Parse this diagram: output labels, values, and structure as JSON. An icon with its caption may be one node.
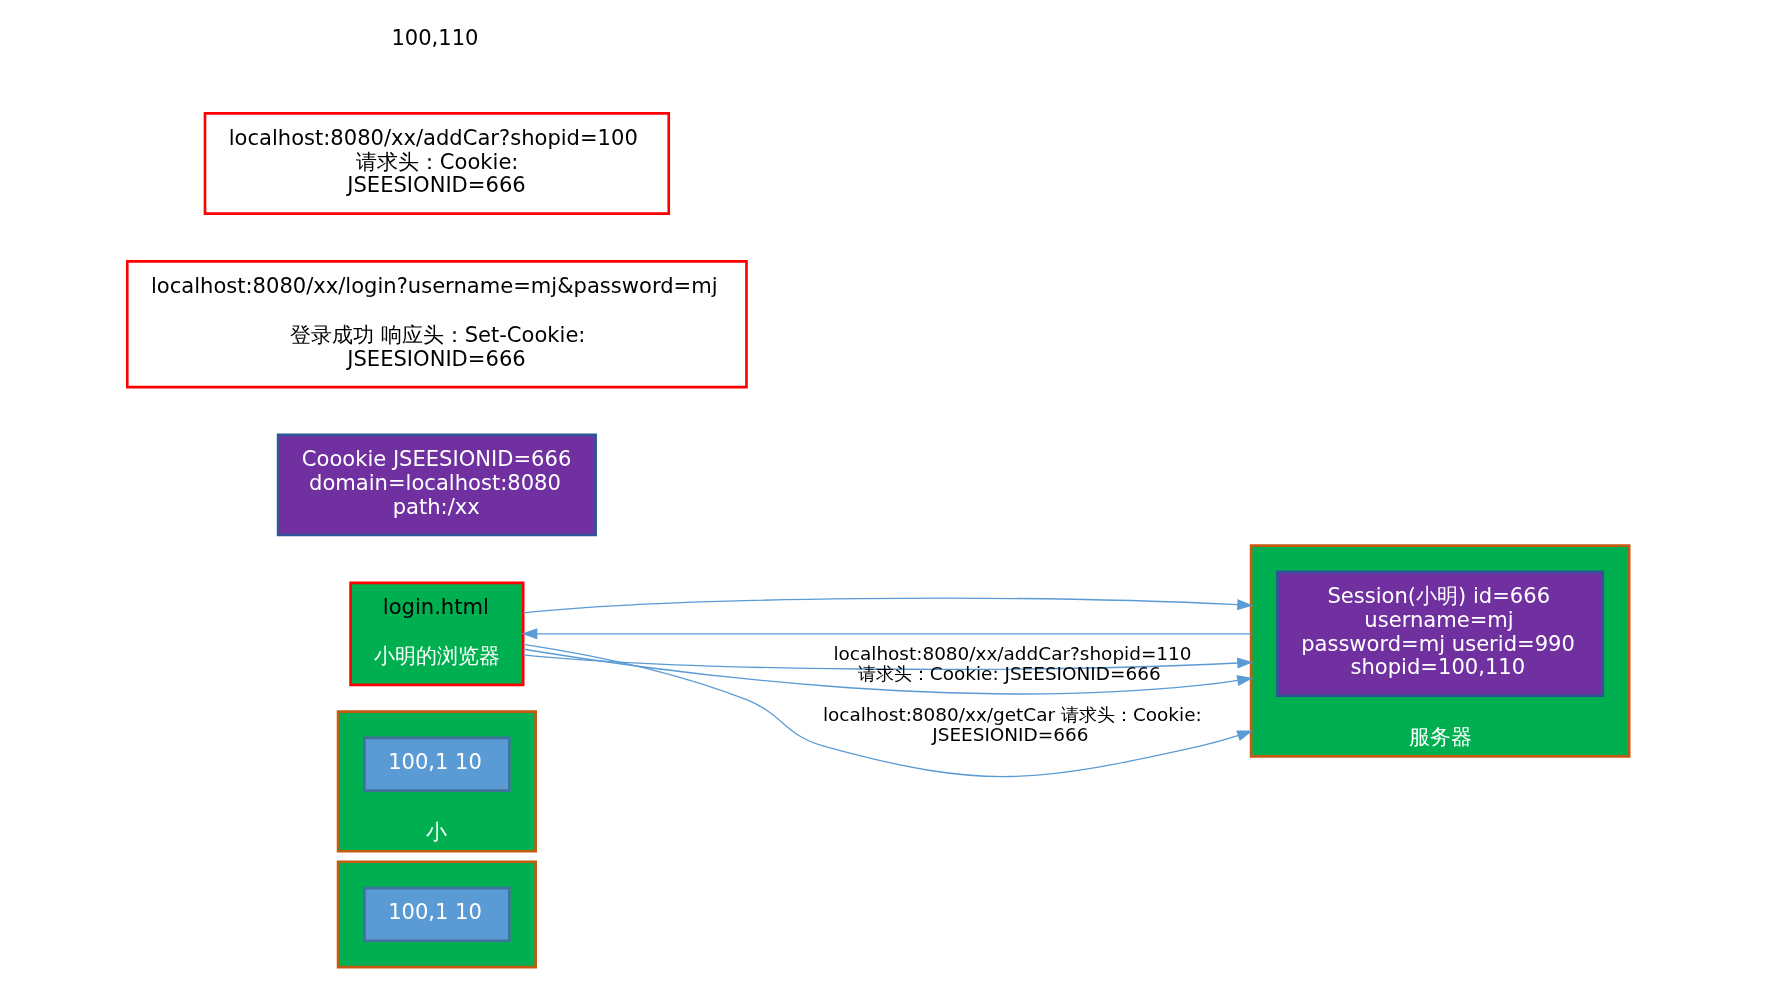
{
  "diagram": {
    "nodes": [
      {
        "text": [],
        "shape": "box"
      },
      {
        "text": [
          "100,1 10"
        ],
        "in": 0
      },
      {
        "text": [
          "小"
        ]
      },
      {
        "text": [
          "100,1 10"
        ],
        "in": 2
      },
      {
        "text": [
          "login.html",
          "小明的浏览器"
        ]
      },
      {
        "text": [
          "Coookie JSEESIONID=666 domain=localhost:8080 path:/xx"
        ]
      },
      {
        "text": [
          "服务器"
        ]
      },
      {
        "text": [
          "Session(小明) id=666 username=mj password=mj userid=990 shopid=100,110"
        ],
        "in": 6
      },
      {
        "text": [
          "localhost:8080/xx/login?username=mj&password=mj",
          "登录成功 响应头：Set-Cookie: JSEESIONID=666"
        ]
      },
      {
        "text": [
          "localhost:8080/xx/addCar?shopid=100 请求头：Cookie: JSEESIONID=666"
        ]
      }
    ],
    "edges": [
      {
        "from": 4,
        "to": 6,
        "arrow": "to"
      },
      {
        "from": 6,
        "to": 4,
        "arrow": "to"
      },
      {
        "from": 4,
        "to": 6,
        "arrow": "to"
      },
      {
        "from": 4,
        "to": 6,
        "arrow": "to",
        "label": "localhost:8080/xx/addCar?shopid=110 请求头：Cookie: JSEESIONID=666"
      },
      {
        "from": 4,
        "to": 6,
        "arrow": "to",
        "label": "localhost:8080/xx/getCar 请求头：Cookie: JSEESIONID=666"
      }
    ],
    "labels": [
      "100,110"
    ]
  }
}
